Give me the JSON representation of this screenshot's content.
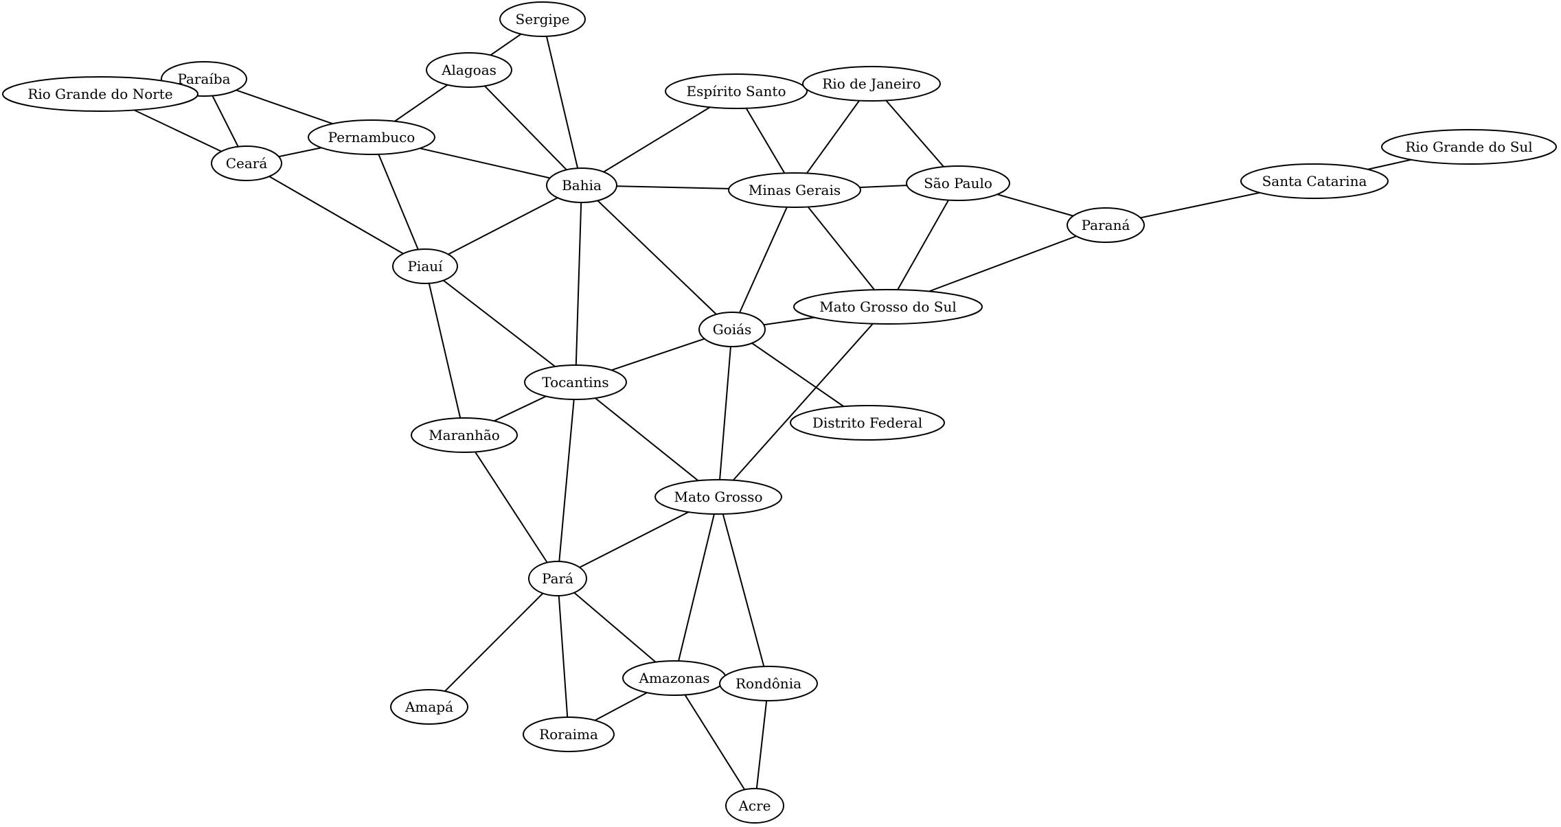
{
  "graph": {
    "nodes": [
      {
        "id": "sergipe",
        "label": "Sergipe"
      },
      {
        "id": "alagoas",
        "label": "Alagoas"
      },
      {
        "id": "paraiba",
        "label": "Paraíba"
      },
      {
        "id": "rio-grande-do-norte",
        "label": "Rio Grande do Norte"
      },
      {
        "id": "pernambuco",
        "label": "Pernambuco"
      },
      {
        "id": "ceara",
        "label": "Ceará"
      },
      {
        "id": "bahia",
        "label": "Bahia"
      },
      {
        "id": "espirito-santo",
        "label": "Espírito Santo"
      },
      {
        "id": "rio-de-janeiro",
        "label": "Rio de Janeiro"
      },
      {
        "id": "minas-gerais",
        "label": "Minas Gerais"
      },
      {
        "id": "sao-paulo",
        "label": "São Paulo"
      },
      {
        "id": "rio-grande-do-sul",
        "label": "Rio Grande do Sul"
      },
      {
        "id": "santa-catarina",
        "label": "Santa Catarina"
      },
      {
        "id": "parana",
        "label": "Paraná"
      },
      {
        "id": "piaui",
        "label": "Piauí"
      },
      {
        "id": "mato-grosso-do-sul",
        "label": "Mato Grosso do Sul"
      },
      {
        "id": "goias",
        "label": "Goiás"
      },
      {
        "id": "tocantins",
        "label": "Tocantins"
      },
      {
        "id": "distrito-federal",
        "label": "Distrito Federal"
      },
      {
        "id": "maranhao",
        "label": "Maranhão"
      },
      {
        "id": "mato-grosso",
        "label": "Mato Grosso"
      },
      {
        "id": "para",
        "label": "Pará"
      },
      {
        "id": "amazonas",
        "label": "Amazonas"
      },
      {
        "id": "rondonia",
        "label": "Rondônia"
      },
      {
        "id": "amapa",
        "label": "Amapá"
      },
      {
        "id": "roraima",
        "label": "Roraima"
      },
      {
        "id": "acre",
        "label": "Acre"
      }
    ],
    "edges": [
      [
        "sergipe",
        "alagoas"
      ],
      [
        "sergipe",
        "bahia"
      ],
      [
        "alagoas",
        "pernambuco"
      ],
      [
        "alagoas",
        "bahia"
      ],
      [
        "paraiba",
        "pernambuco"
      ],
      [
        "paraiba",
        "ceara"
      ],
      [
        "rio-grande-do-norte",
        "ceara"
      ],
      [
        "ceara",
        "pernambuco"
      ],
      [
        "ceara",
        "piaui"
      ],
      [
        "pernambuco",
        "bahia"
      ],
      [
        "pernambuco",
        "piaui"
      ],
      [
        "bahia",
        "espirito-santo"
      ],
      [
        "bahia",
        "minas-gerais"
      ],
      [
        "bahia",
        "piaui"
      ],
      [
        "bahia",
        "goias"
      ],
      [
        "bahia",
        "tocantins"
      ],
      [
        "espirito-santo",
        "minas-gerais"
      ],
      [
        "rio-de-janeiro",
        "minas-gerais"
      ],
      [
        "rio-de-janeiro",
        "sao-paulo"
      ],
      [
        "minas-gerais",
        "sao-paulo"
      ],
      [
        "minas-gerais",
        "goias"
      ],
      [
        "minas-gerais",
        "mato-grosso-do-sul"
      ],
      [
        "sao-paulo",
        "parana"
      ],
      [
        "sao-paulo",
        "mato-grosso-do-sul"
      ],
      [
        "santa-catarina",
        "rio-grande-do-sul"
      ],
      [
        "santa-catarina",
        "parana"
      ],
      [
        "parana",
        "mato-grosso-do-sul"
      ],
      [
        "piaui",
        "tocantins"
      ],
      [
        "piaui",
        "maranhao"
      ],
      [
        "mato-grosso-do-sul",
        "goias"
      ],
      [
        "mato-grosso-do-sul",
        "mato-grosso"
      ],
      [
        "goias",
        "tocantins"
      ],
      [
        "goias",
        "distrito-federal"
      ],
      [
        "goias",
        "mato-grosso"
      ],
      [
        "tocantins",
        "maranhao"
      ],
      [
        "tocantins",
        "mato-grosso"
      ],
      [
        "tocantins",
        "para"
      ],
      [
        "maranhao",
        "para"
      ],
      [
        "mato-grosso",
        "para"
      ],
      [
        "mato-grosso",
        "amazonas"
      ],
      [
        "mato-grosso",
        "rondonia"
      ],
      [
        "para",
        "amazonas"
      ],
      [
        "para",
        "amapa"
      ],
      [
        "para",
        "roraima"
      ],
      [
        "amazonas",
        "roraima"
      ],
      [
        "amazonas",
        "acre"
      ],
      [
        "rondonia",
        "acre"
      ]
    ]
  }
}
